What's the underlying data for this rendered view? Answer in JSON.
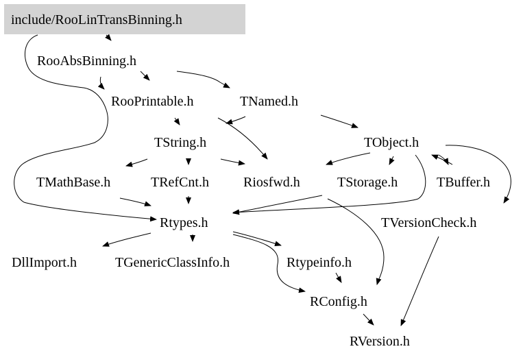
{
  "graph": {
    "root_fill": "#d3d3d3",
    "edge_color": "#000000",
    "nodes": [
      {
        "id": "root",
        "label": "include/RooLinTransBinning.h"
      },
      {
        "id": "rab",
        "label": "RooAbsBinning.h"
      },
      {
        "id": "rp",
        "label": "RooPrintable.h"
      },
      {
        "id": "tnamed",
        "label": "TNamed.h"
      },
      {
        "id": "tstring",
        "label": "TString.h"
      },
      {
        "id": "tobject",
        "label": "TObject.h"
      },
      {
        "id": "tmath",
        "label": "TMathBase.h"
      },
      {
        "id": "trefcnt",
        "label": "TRefCnt.h"
      },
      {
        "id": "riosfwd",
        "label": "Riosfwd.h"
      },
      {
        "id": "tstorage",
        "label": "TStorage.h"
      },
      {
        "id": "tbuffer",
        "label": "TBuffer.h"
      },
      {
        "id": "rtypes",
        "label": "Rtypes.h"
      },
      {
        "id": "tversion",
        "label": "TVersionCheck.h"
      },
      {
        "id": "dllimport",
        "label": "DllImport.h"
      },
      {
        "id": "tgeneric",
        "label": "TGenericClassInfo.h"
      },
      {
        "id": "rtypeinfo",
        "label": "Rtypeinfo.h"
      },
      {
        "id": "rconfig",
        "label": "RConfig.h"
      },
      {
        "id": "rversion",
        "label": "RVersion.h"
      }
    ],
    "edges": [
      [
        "root",
        "rab"
      ],
      [
        "root",
        "rtypes"
      ],
      [
        "rab",
        "rp"
      ],
      [
        "rab",
        "tnamed"
      ],
      [
        "rab",
        "rtypes"
      ],
      [
        "rp",
        "tstring"
      ],
      [
        "rp",
        "riosfwd"
      ],
      [
        "tnamed",
        "tstring"
      ],
      [
        "tnamed",
        "tobject"
      ],
      [
        "tstring",
        "tmath"
      ],
      [
        "tstring",
        "trefcnt"
      ],
      [
        "tstring",
        "riosfwd"
      ],
      [
        "tmath",
        "rtypes"
      ],
      [
        "trefcnt",
        "rtypes"
      ],
      [
        "tobject",
        "riosfwd"
      ],
      [
        "tobject",
        "tstorage"
      ],
      [
        "tobject",
        "tbuffer"
      ],
      [
        "tobject",
        "tversion"
      ],
      [
        "tobject",
        "rtypes"
      ],
      [
        "tbuffer",
        "tobject"
      ],
      [
        "tstorage",
        "rtypes"
      ],
      [
        "tstorage",
        "rconfig"
      ],
      [
        "rtypes",
        "dllimport"
      ],
      [
        "rtypes",
        "tgeneric"
      ],
      [
        "rtypes",
        "rtypeinfo"
      ],
      [
        "rtypes",
        "rconfig"
      ],
      [
        "rtypeinfo",
        "rconfig"
      ],
      [
        "rconfig",
        "rversion"
      ],
      [
        "tversion",
        "rversion"
      ]
    ]
  }
}
